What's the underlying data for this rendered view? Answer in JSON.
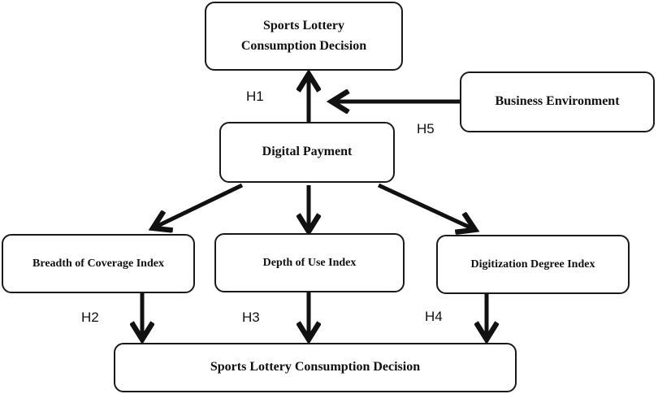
{
  "diagram": {
    "nodes": {
      "top_decision": {
        "line1": "Sports Lottery",
        "line2": "Consumption Decision"
      },
      "business_environment": {
        "label": "Business Environment"
      },
      "digital_payment": {
        "label": "Digital Payment"
      },
      "breadth_index": {
        "label": "Breadth of Coverage Index"
      },
      "depth_index": {
        "label": "Depth of Use Index"
      },
      "digitization_index": {
        "label": "Digitization Degree Index"
      },
      "bottom_decision": {
        "label": "Sports Lottery Consumption Decision"
      }
    },
    "hypotheses": {
      "h1": "H1",
      "h2": "H2",
      "h3": "H3",
      "h4": "H4",
      "h5": "H5"
    },
    "edges": [
      {
        "from": "digital_payment",
        "to": "top_decision",
        "hypothesis": "H1"
      },
      {
        "from": "business_environment",
        "to": "h1-arrow",
        "hypothesis": "H5"
      },
      {
        "from": "digital_payment",
        "to": "breadth_index"
      },
      {
        "from": "digital_payment",
        "to": "depth_index"
      },
      {
        "from": "digital_payment",
        "to": "digitization_index"
      },
      {
        "from": "breadth_index",
        "to": "bottom_decision",
        "hypothesis": "H2"
      },
      {
        "from": "depth_index",
        "to": "bottom_decision",
        "hypothesis": "H3"
      },
      {
        "from": "digitization_index",
        "to": "bottom_decision",
        "hypothesis": "H4"
      }
    ]
  }
}
